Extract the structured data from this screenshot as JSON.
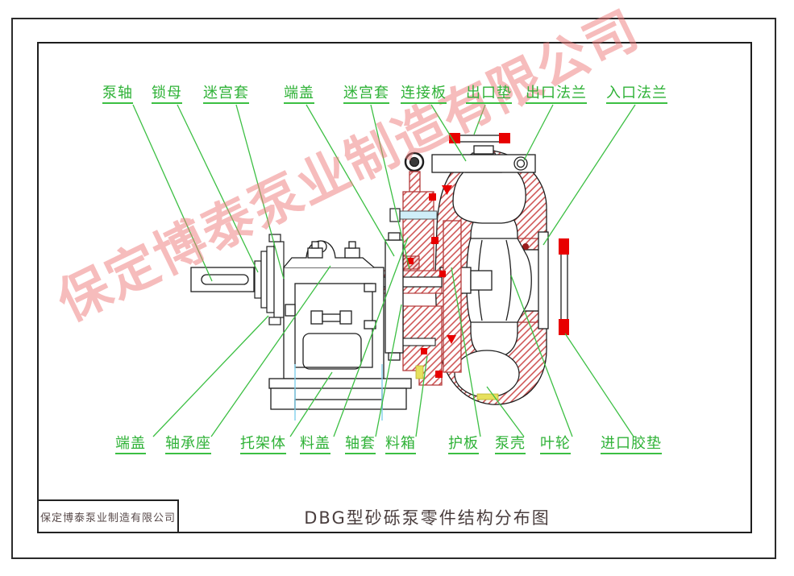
{
  "title_block": {
    "company": "保定博泰泵业制造有限公司",
    "title": "DBG型砂砾泵零件结构分布图"
  },
  "watermark": {
    "text": "保定博泰泵业制造有限公司"
  },
  "labels_top": [
    {
      "id": "pump-shaft",
      "text": "泵轴"
    },
    {
      "id": "lock-nut",
      "text": "锁母"
    },
    {
      "id": "labyrinth-sleeve-left",
      "text": "迷宫套"
    },
    {
      "id": "end-cover-top",
      "text": "端盖"
    },
    {
      "id": "labyrinth-sleeve-right",
      "text": "迷宫套"
    },
    {
      "id": "connection-plate",
      "text": "连接板"
    },
    {
      "id": "outlet-gasket",
      "text": "出口垫"
    },
    {
      "id": "outlet-flange",
      "text": "出口法兰"
    },
    {
      "id": "inlet-flange",
      "text": "入口法兰"
    }
  ],
  "labels_bottom": [
    {
      "id": "end-cover-bottom",
      "text": "端盖"
    },
    {
      "id": "bearing-seat",
      "text": "轴承座"
    },
    {
      "id": "bracket-body",
      "text": "托架体"
    },
    {
      "id": "material-cover",
      "text": "料盖"
    },
    {
      "id": "shaft-sleeve",
      "text": "轴套"
    },
    {
      "id": "material-box",
      "text": "料箱"
    },
    {
      "id": "guard-plate",
      "text": "护板"
    },
    {
      "id": "pump-casing",
      "text": "泵壳"
    },
    {
      "id": "impeller",
      "text": "叶轮"
    },
    {
      "id": "inlet-rubber-gasket",
      "text": "进口胶垫"
    }
  ],
  "colors": {
    "label_green": "#2fb237",
    "leader_green": "#3cbf43",
    "hatch_red": "#cc4a4a",
    "accent_red": "#e80000",
    "watermark_pink": "#ee7a7a",
    "centerline_cyan": "#7fd0ec",
    "highlight_yellow": "#e6e05e",
    "linework_black": "#1e1e1e",
    "title_text": "#4a3e3e"
  }
}
